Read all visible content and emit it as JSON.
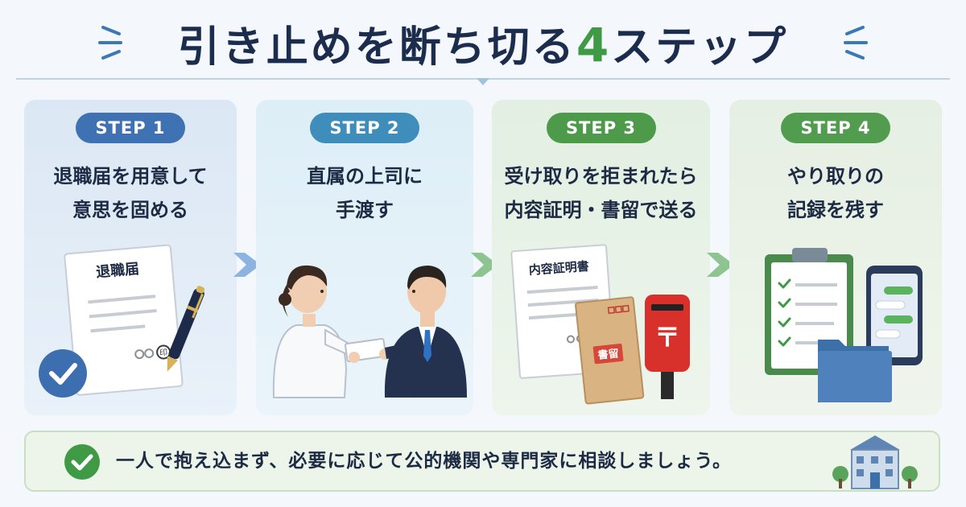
{
  "title": {
    "main": "引き止めを断ち切る",
    "number": "4",
    "suffix": "ステップ"
  },
  "steps": [
    {
      "badge": "STEP 1",
      "lines": [
        "退職届を用意して",
        "意思を固める"
      ],
      "document_label": "退職届",
      "stamp_label": "印"
    },
    {
      "badge": "STEP 2",
      "lines": [
        "直属の上司に",
        "手渡す"
      ]
    },
    {
      "badge": "STEP 3",
      "lines": [
        "受け取りを拒まれたら",
        "内容証明・書留で送る"
      ],
      "document_label": "内容証明書",
      "envelope_label": "書留",
      "postbox_mark": "〒"
    },
    {
      "badge": "STEP 4",
      "lines": [
        "やり取りの",
        "記録を残す"
      ]
    }
  ],
  "footer": {
    "text": "一人で抱え込まず、必要に応じて公的機関や専門家に相談しましょう。"
  },
  "colors": {
    "title": "#1c2c4c",
    "accent_green": "#3f9a45",
    "step1": "#3f72b2",
    "step2": "#3f8dba",
    "step3": "#4c9a4a",
    "step4": "#519c4e"
  },
  "icons": [
    "check-circle-icon",
    "pen-icon",
    "chevron-right-arrow-icon",
    "clipboard-checklist-icon",
    "smartphone-chat-icon",
    "folder-icon",
    "postbox-icon",
    "envelope-icon",
    "building-icon"
  ]
}
